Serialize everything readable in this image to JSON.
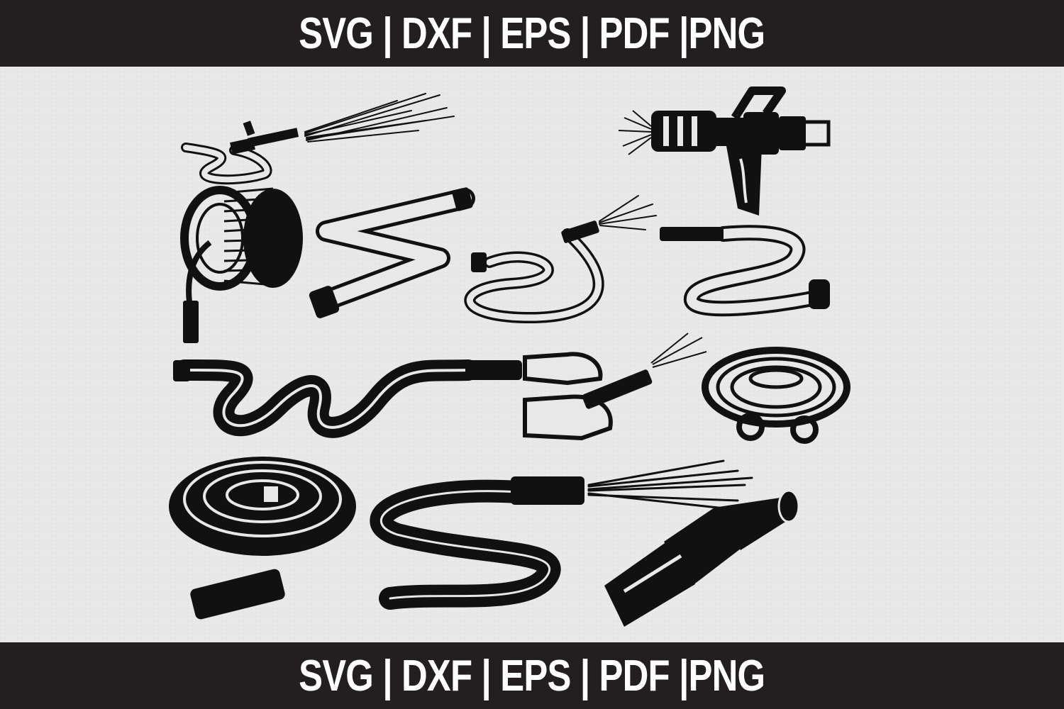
{
  "banner_top": {
    "text": "SVG | DXF | EPS | PDF |PNG"
  },
  "banner_bottom": {
    "text": "SVG | DXF | EPS | PDF |PNG"
  },
  "colors": {
    "banner_bg": "#231f20",
    "banner_text": "#ffffff",
    "background": "#e8e8e8",
    "ink": "#111111"
  },
  "illustrations": [
    "hose-with-spraying-nozzle",
    "pistol-grip-nozzle-icon",
    "hose-reel",
    "zigzag-hose",
    "s-curve-hose-with-spray",
    "z-shaped-hose",
    "wavy-black-hose",
    "hands-holding-nozzle",
    "rolled-flat-hose",
    "coiled-black-hose",
    "s-hose-with-spray",
    "nozzle-close-up"
  ]
}
